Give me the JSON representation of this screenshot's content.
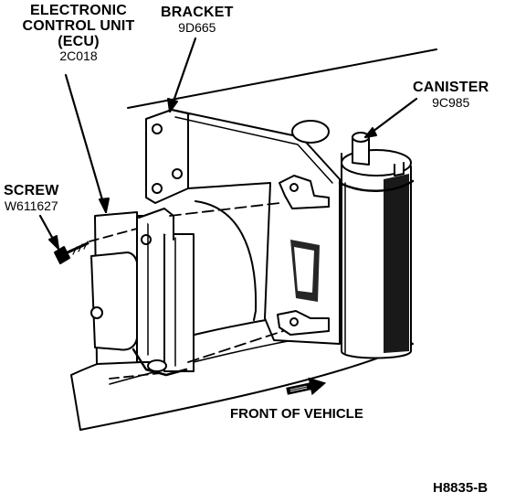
{
  "callouts": {
    "ecu": {
      "name_lines": [
        "ELECTRONIC",
        "CONTROL UNIT",
        "(ECU)"
      ],
      "part_number": "2C018"
    },
    "bracket": {
      "name": "BRACKET",
      "part_number": "9D665"
    },
    "canister": {
      "name": "CANISTER",
      "part_number": "9C985"
    },
    "screw": {
      "name": "SCREW",
      "part_number": "W611627"
    }
  },
  "caption": {
    "front": "FRONT OF VEHICLE"
  },
  "figure_id": "H8835-B",
  "colors": {
    "ink": "#000000",
    "paper": "#ffffff"
  }
}
